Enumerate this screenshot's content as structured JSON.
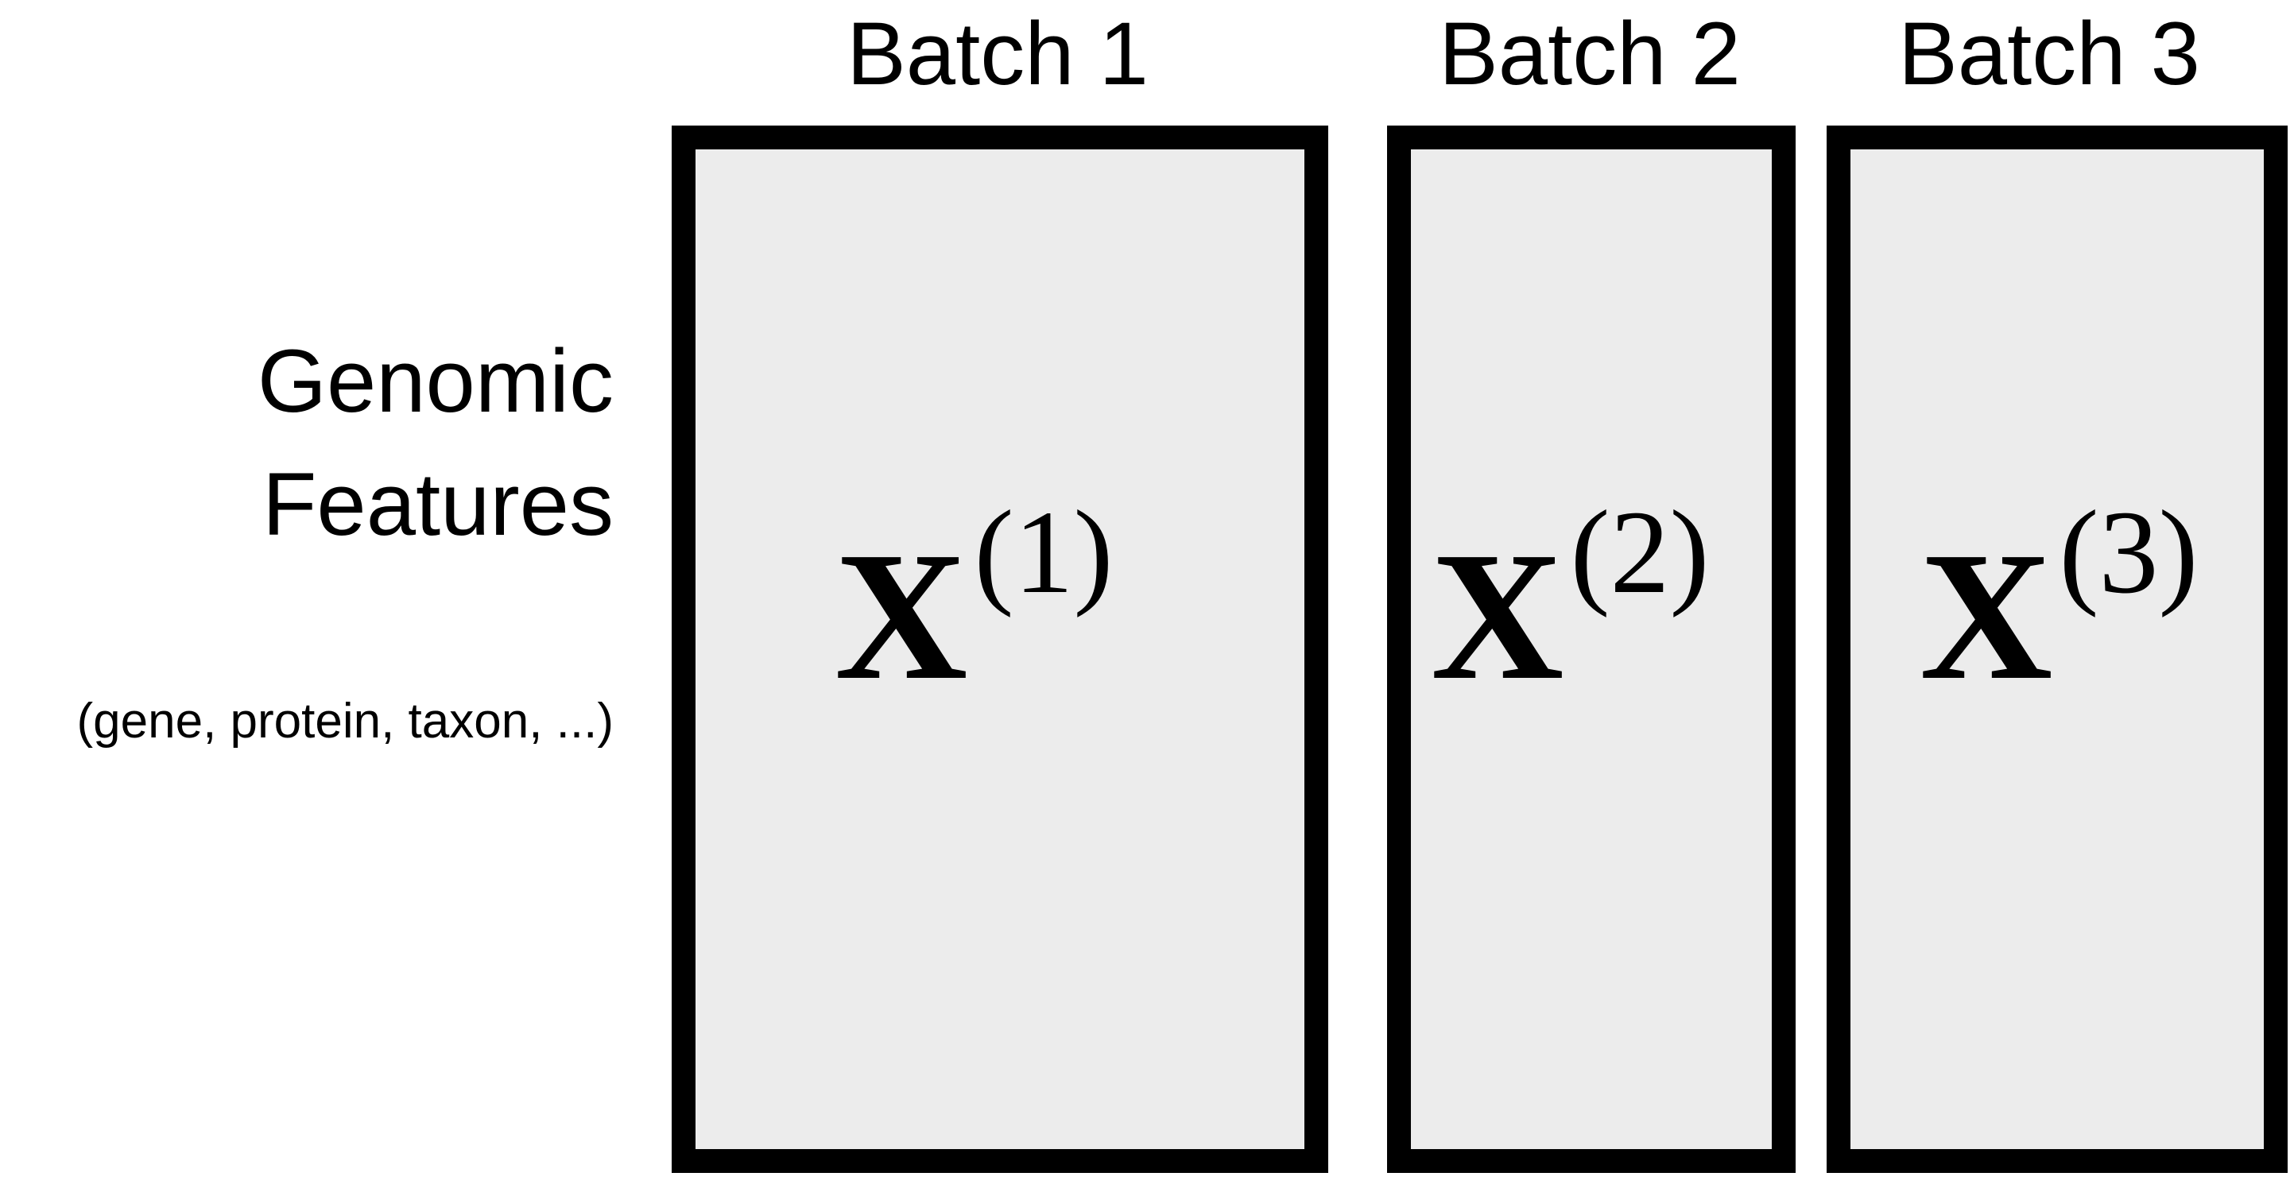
{
  "row_label": {
    "line1": "Genomic",
    "line2": "Features",
    "subtitle": "(gene, protein, taxon, ...)"
  },
  "batches": [
    {
      "title": "Batch 1",
      "matrix_base": "X",
      "matrix_index": "(1)"
    },
    {
      "title": "Batch 2",
      "matrix_base": "X",
      "matrix_index": "(2)"
    },
    {
      "title": "Batch 3",
      "matrix_base": "X",
      "matrix_index": "(3)"
    }
  ]
}
